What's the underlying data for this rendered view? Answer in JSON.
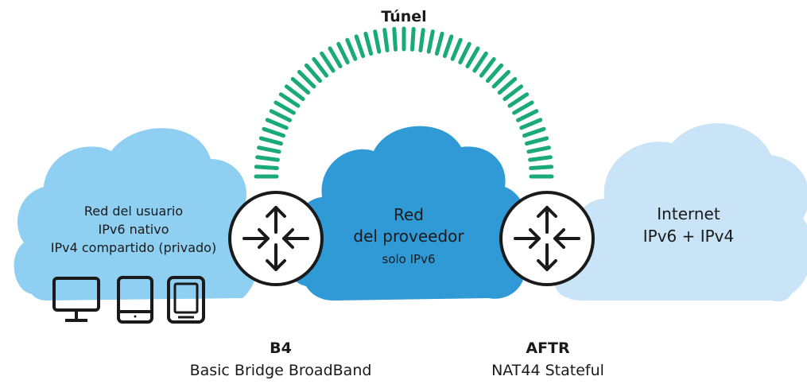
{
  "tunnel": {
    "label": "Túnel"
  },
  "clouds": {
    "user": {
      "lines": [
        "Red del usuario",
        "IPv6 nativo",
        "IPv4 compartido (privado)"
      ]
    },
    "provider": {
      "line1": "Red",
      "line2": "del proveedor",
      "line3": "solo IPv6"
    },
    "internet": {
      "line1": "Internet",
      "line2": "IPv6 + IPv4"
    }
  },
  "routers": {
    "b4": {
      "name": "B4",
      "description": "Basic Bridge BroadBand"
    },
    "aftr": {
      "name": "AFTR",
      "description": "NAT44 Stateful"
    }
  },
  "devices": [
    "monitor-icon",
    "tablet-icon",
    "ereader-icon"
  ],
  "colors": {
    "tunnel": "#1aa979",
    "user_cloud": "#8ecff2",
    "provider_cloud": "#2f9ad6",
    "internet_cloud": "#c9e4f7",
    "router_fill": "#ffffff",
    "router_stroke": "#1a1a1a"
  }
}
